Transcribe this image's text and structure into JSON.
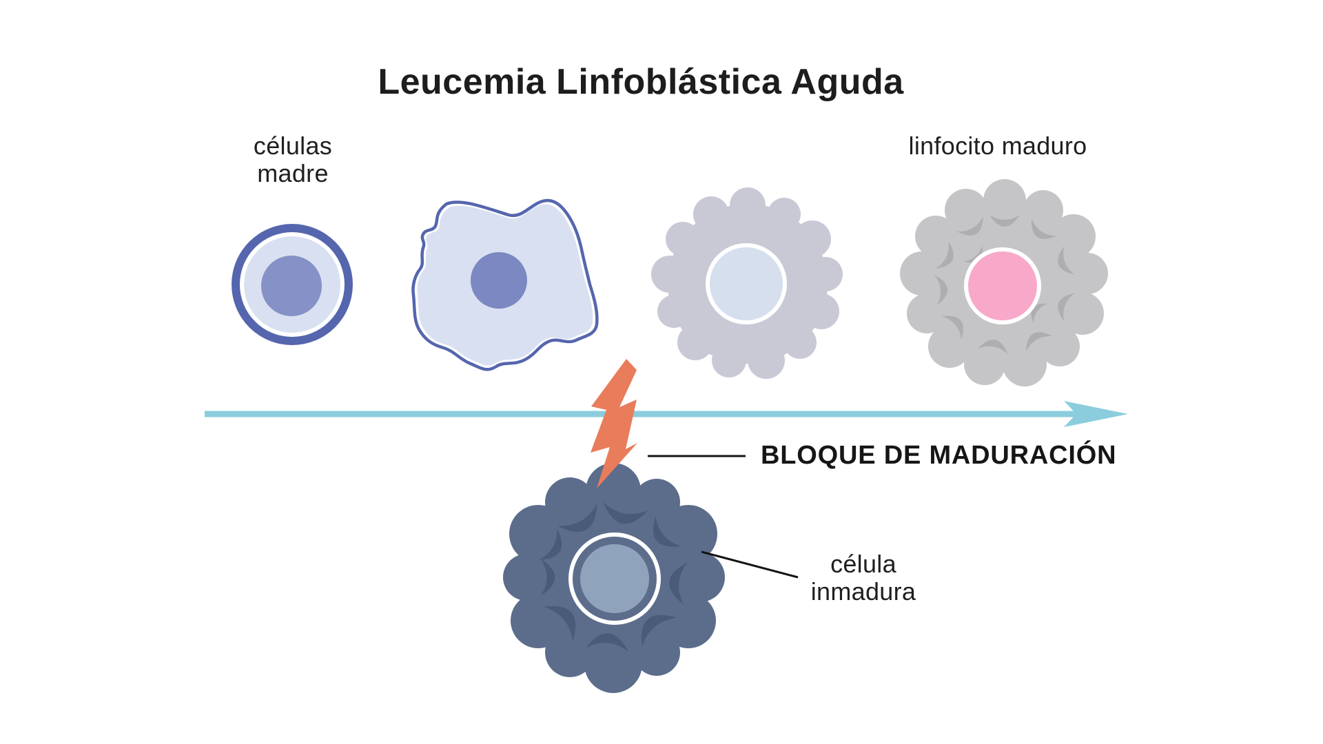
{
  "title": "Leucemia Linfoblástica Aguda",
  "labels": {
    "stem_cells": {
      "lines": [
        "células",
        "madre"
      ]
    },
    "mature_lymphocyte": {
      "lines": [
        "linfocito maduro"
      ]
    },
    "maturation_block": "BLOQUE DE MADURACIÓN",
    "immature_cell": {
      "lines": [
        "célula",
        "inmadura"
      ]
    }
  },
  "colors": {
    "background": "#ffffff",
    "text": "#1f1f1f",
    "timeline_arrow": "#8bcddc",
    "lightning_bolt": "#e97c5b",
    "cell_outline_blue": "#5566ae",
    "cell_fill_light_blue": "#d9e0f1",
    "stem_nucleus_purple": "#8691c7",
    "blast_nucleus_purple": "#7b88c2",
    "maturing_cell_body": "#c9c9d6",
    "maturing_cell_nucleus": "#d5dfee",
    "mature_cell_body": "#c5c4c7",
    "mature_cell_crescent": "#aeadb1",
    "mature_cell_nucleus_pink": "#f8a8c8",
    "immature_cell_body": "#5c6d8b",
    "immature_cell_crescent": "#4a5a79",
    "immature_cell_nucleus": "#90a3bd",
    "leader_line": "#141414",
    "white": "#ffffff"
  }
}
